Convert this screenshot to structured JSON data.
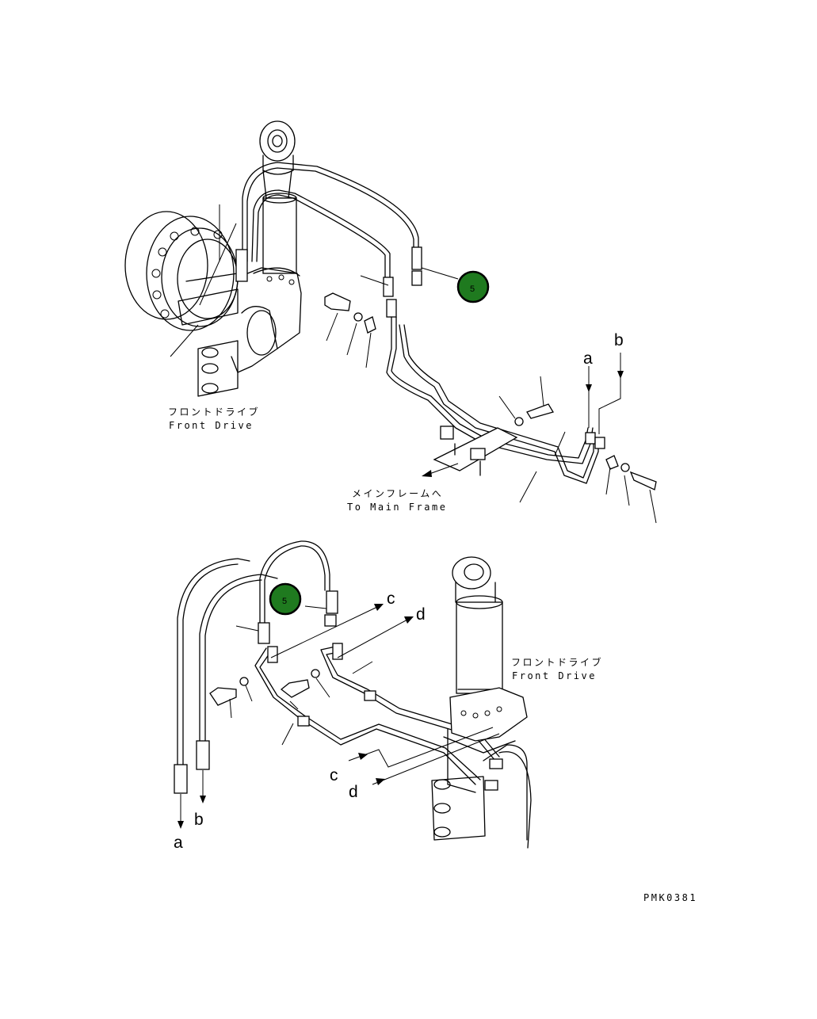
{
  "labels": {
    "front_drive_jp_1": "フロントドライブ",
    "front_drive_en_1": "Front Drive",
    "main_frame_jp": "メインフレームへ",
    "main_frame_en": "To Main Frame",
    "front_drive_jp_2": "フロントドライブ",
    "front_drive_en_2": "Front Drive",
    "drawing_code": "PMK0381"
  },
  "connection_letters": {
    "a_top": "a",
    "b_top": "b",
    "c_mid": "c",
    "d_mid": "d",
    "c_low": "c",
    "d_low": "d",
    "a_bottom": "a",
    "b_bottom": "b"
  },
  "callouts": [
    {
      "number": "5",
      "color": "#1f7a1f"
    },
    {
      "number": "5",
      "color": "#1f7a1f"
    }
  ]
}
